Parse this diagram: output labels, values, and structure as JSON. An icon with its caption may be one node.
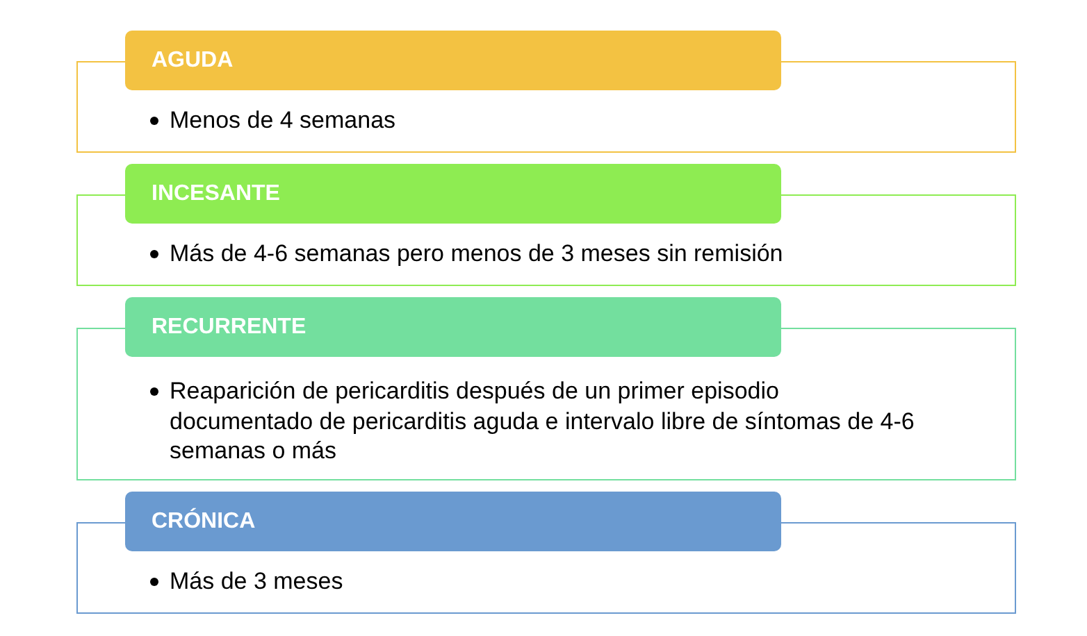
{
  "diagram": {
    "nodes": [
      {
        "text": [
          "AGUDA",
          "Menos de 4 semanas"
        ]
      },
      {
        "text": [
          "INCESANTE",
          "Más de 4-6 semanas pero menos de 3 meses sin remisión"
        ]
      },
      {
        "text": [
          "RECURRENTE",
          "Reaparición de pericarditis después de un primer episodio documentado de pericarditis aguda e intervalo libre de síntomas de 4-6 semanas o más"
        ]
      },
      {
        "text": [
          "CRÓNICA",
          "Más de 3 meses"
        ]
      }
    ]
  }
}
